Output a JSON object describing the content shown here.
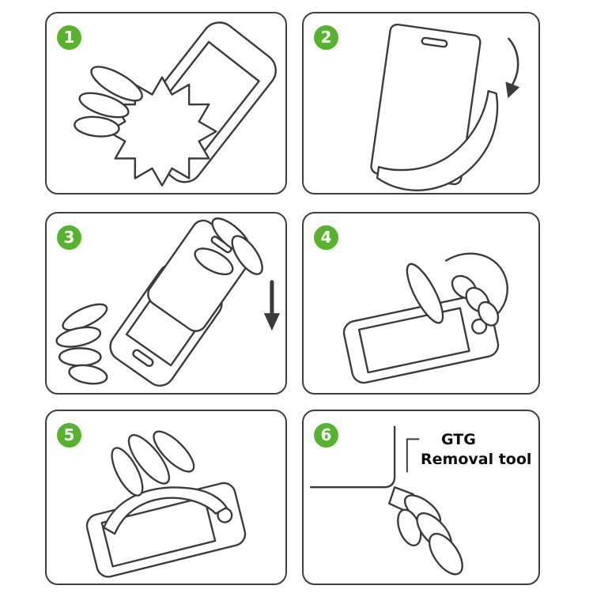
{
  "colors": {
    "background": "#ffffff",
    "badge_green": "#57b22d",
    "badge_number_color": "#ffffff",
    "line_art": "#3b3b3b",
    "panel_border": "#3f3f3f",
    "label_text": "#0e0e0e"
  },
  "panels": [
    {
      "number": "1",
      "illustration": "wipe-phone-screen-with-cloth-icon"
    },
    {
      "number": "2",
      "illustration": "peel-backing-film-from-protector-icon"
    },
    {
      "number": "3",
      "illustration": "align-protector-over-phone-with-down-arrow-icon"
    },
    {
      "number": "4",
      "illustration": "press-center-of-phone-screen-icon"
    },
    {
      "number": "5",
      "illustration": "smooth-film-onto-phone-icon"
    },
    {
      "number": "6",
      "illustration": "use-removal-tool-on-corner-icon",
      "label_line1": "GTG",
      "label_line2": "Removal tool"
    }
  ]
}
